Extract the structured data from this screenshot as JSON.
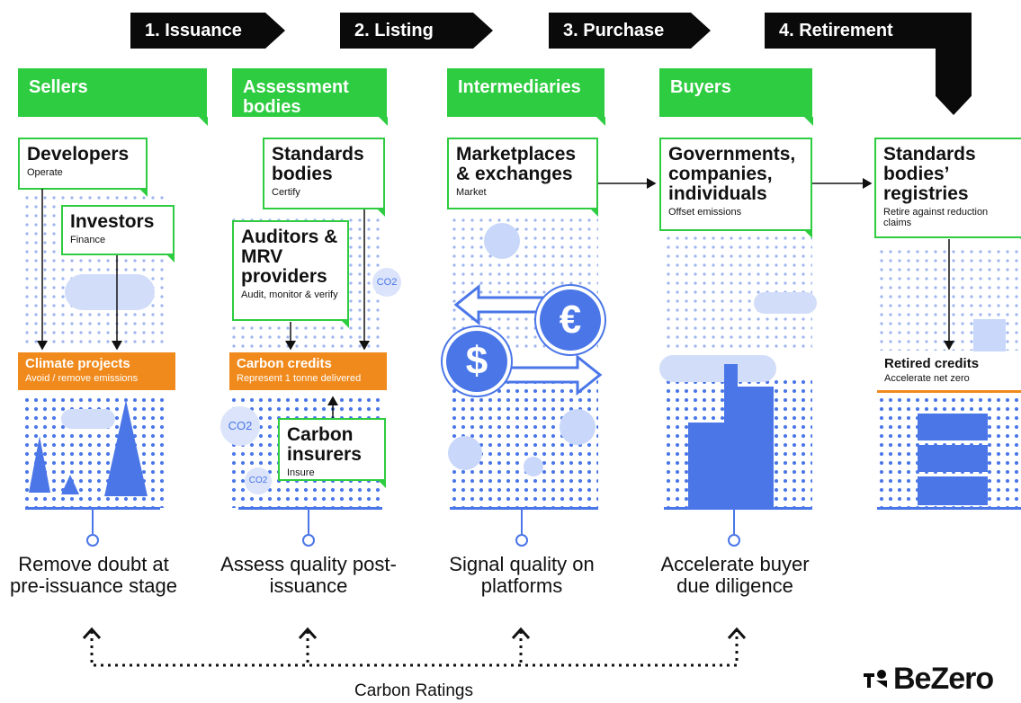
{
  "stages": [
    "1. Issuance",
    "2. Listing",
    "3. Purchase",
    "4. Retirement"
  ],
  "columns": {
    "sellers": "Sellers",
    "assessment": "Assessment bodies",
    "intermediaries": "Intermediaries",
    "buyers": "Buyers"
  },
  "actors": {
    "developers": {
      "title": "Developers",
      "sub": "Operate"
    },
    "investors": {
      "title": "Investors",
      "sub": "Finance"
    },
    "standards": {
      "title": "Standards bodies",
      "sub": "Certify"
    },
    "auditors": {
      "title": "Auditors & MRV providers",
      "sub": "Audit, monitor & verify"
    },
    "insurers": {
      "title": "Carbon insurers",
      "sub": "Insure"
    },
    "marketplaces": {
      "title": "Marketplaces & exchanges",
      "sub": "Market"
    },
    "governments": {
      "title": "Governments, companies, individuals",
      "sub": "Offset emissions"
    },
    "registries": {
      "title": "Standards bodies’ registries",
      "sub": "Retire against reduction claims"
    }
  },
  "assets": {
    "projects": {
      "title": "Climate projects",
      "sub": "Avoid / remove emissions"
    },
    "credits": {
      "title": "Carbon credits",
      "sub": "Represent 1 tonne delivered"
    },
    "retired": {
      "title": "Retired credits",
      "sub": "Accelerate net zero"
    }
  },
  "co2_label": "CO2",
  "outcomes": [
    "Remove doubt at pre-issuance stage",
    "Assess quality post-issuance",
    "Signal quality on platforms",
    "Accelerate buyer due diligence"
  ],
  "footer": {
    "label": "Carbon Ratings",
    "brand": "BeZero"
  },
  "colors": {
    "green": "#2ecc40",
    "orange": "#f08a1c",
    "blue": "#4a76e8",
    "black": "#0a0a0a"
  }
}
